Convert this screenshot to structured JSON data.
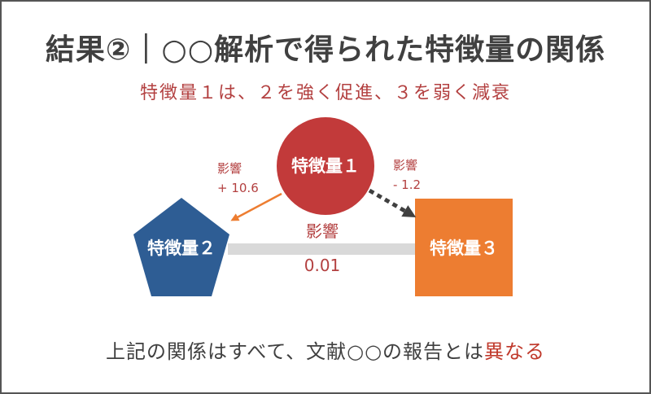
{
  "title": "結果②｜○○解析で得られた特徴量の関係",
  "subtitle": "特徴量１は、２を強く促進、３を弱く減衰",
  "nodes": {
    "f1": {
      "label": "特徴量１",
      "shape": "circle",
      "color": "#c23a3a"
    },
    "f2": {
      "label": "特徴量２",
      "shape": "pentagon",
      "color": "#2e5d94"
    },
    "f3": {
      "label": "特徴量３",
      "shape": "square",
      "color": "#ed7d31"
    }
  },
  "edges": {
    "f1_f2": {
      "label_line1": "影響",
      "label_line2": "+ 10.6",
      "style": "solid-arrow",
      "color": "#ed7d31"
    },
    "f1_f3": {
      "label_line1": "影響",
      "label_line2": "- 1.2",
      "style": "dashed-arrow",
      "color": "#404040"
    },
    "f2_f3": {
      "label_line1": "影響",
      "label_line2": "0.01",
      "style": "bar",
      "color": "#d9d9d9"
    }
  },
  "footer": {
    "text_before": "上記の関係はすべて、文献○○の報告とは",
    "highlight": "異なる"
  }
}
